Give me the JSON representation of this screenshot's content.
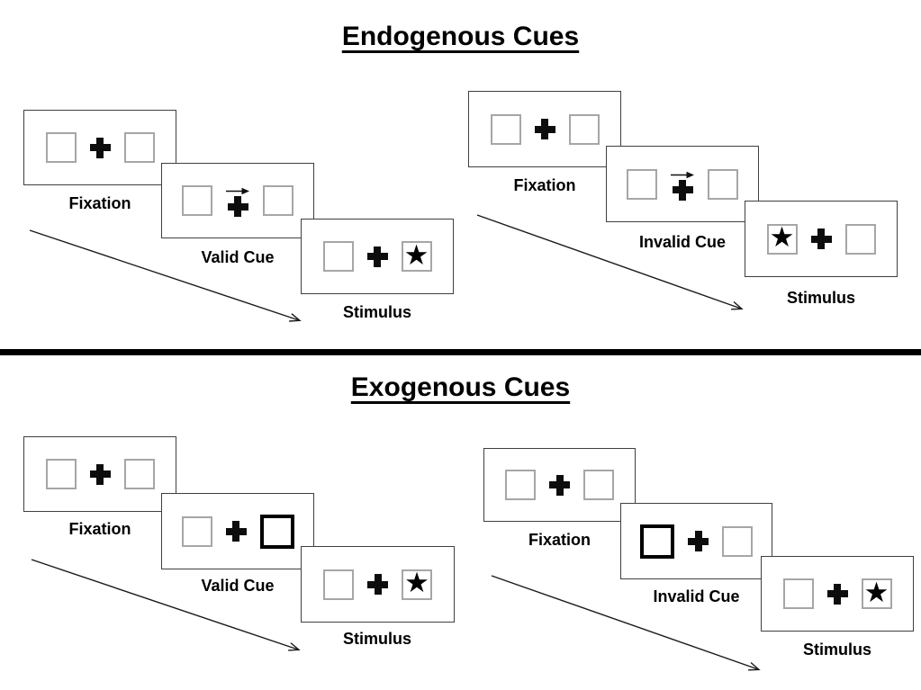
{
  "colors": {
    "background": "#ffffff",
    "ink": "#000000",
    "panel_border": "#3f3f3f",
    "placeholder_box_border": "#a6a6a6",
    "cue_highlight_border": "#000000"
  },
  "icons": {
    "star": "★",
    "cue_arrow": "→",
    "fixation_cross": "+"
  },
  "sections": [
    {
      "title": "Endogenous Cues",
      "groups": [
        {
          "name": "valid-trial",
          "panels": [
            {
              "label": "Fixation",
              "left_box": "empty",
              "center": "fixation-cross",
              "right_box": "empty"
            },
            {
              "label": "Valid Cue",
              "left_box": "empty",
              "center": "fixation-cross-with-right-arrow",
              "right_box": "empty"
            },
            {
              "label": "Stimulus",
              "left_box": "empty",
              "center": "fixation-cross",
              "right_box": "star"
            }
          ]
        },
        {
          "name": "invalid-trial",
          "panels": [
            {
              "label": "Fixation",
              "left_box": "empty",
              "center": "fixation-cross",
              "right_box": "empty"
            },
            {
              "label": "Invalid Cue",
              "left_box": "empty",
              "center": "fixation-cross-with-right-arrow",
              "right_box": "empty"
            },
            {
              "label": "Stimulus",
              "left_box": "star",
              "center": "fixation-cross",
              "right_box": "empty"
            }
          ]
        }
      ]
    },
    {
      "title": "Exogenous Cues",
      "groups": [
        {
          "name": "valid-trial",
          "panels": [
            {
              "label": "Fixation",
              "left_box": "empty",
              "center": "fixation-cross",
              "right_box": "empty"
            },
            {
              "label": "Valid Cue",
              "left_box": "empty",
              "center": "fixation-cross",
              "right_box": "highlighted"
            },
            {
              "label": "Stimulus",
              "left_box": "empty",
              "center": "fixation-cross",
              "right_box": "star"
            }
          ]
        },
        {
          "name": "invalid-trial",
          "panels": [
            {
              "label": "Fixation",
              "left_box": "empty",
              "center": "fixation-cross",
              "right_box": "empty"
            },
            {
              "label": "Invalid Cue",
              "left_box": "highlighted",
              "center": "fixation-cross",
              "right_box": "empty"
            },
            {
              "label": "Stimulus",
              "left_box": "empty",
              "center": "fixation-cross",
              "right_box": "star"
            }
          ]
        }
      ]
    }
  ]
}
